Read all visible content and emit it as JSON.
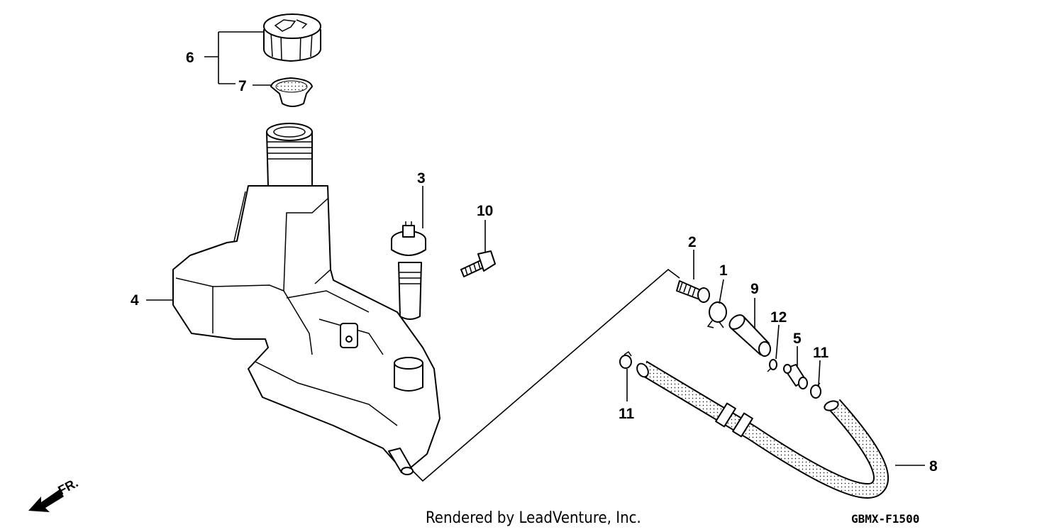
{
  "diagram": {
    "callouts": [
      "1",
      "2",
      "3",
      "4",
      "5",
      "6",
      "7",
      "8",
      "9",
      "10",
      "11",
      "11",
      "12"
    ],
    "direction_label": "FR.",
    "credit": "Rendered by LeadVenture, Inc.",
    "drawing_code": "GBMX-F1500"
  }
}
